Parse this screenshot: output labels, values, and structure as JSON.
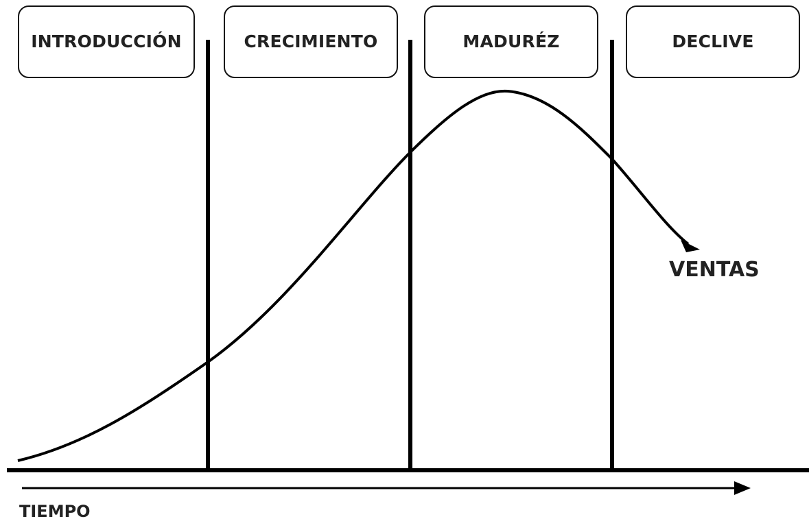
{
  "stages": [
    {
      "id": "intro",
      "label": "INTRODUCCIÓN"
    },
    {
      "id": "growth",
      "label": "CRECIMIENTO"
    },
    {
      "id": "maturity",
      "label": "MADURÉZ"
    },
    {
      "id": "decline",
      "label": "DECLIVE"
    }
  ],
  "curve_label": "VENTAS",
  "axis_label": "TIEMPO"
}
